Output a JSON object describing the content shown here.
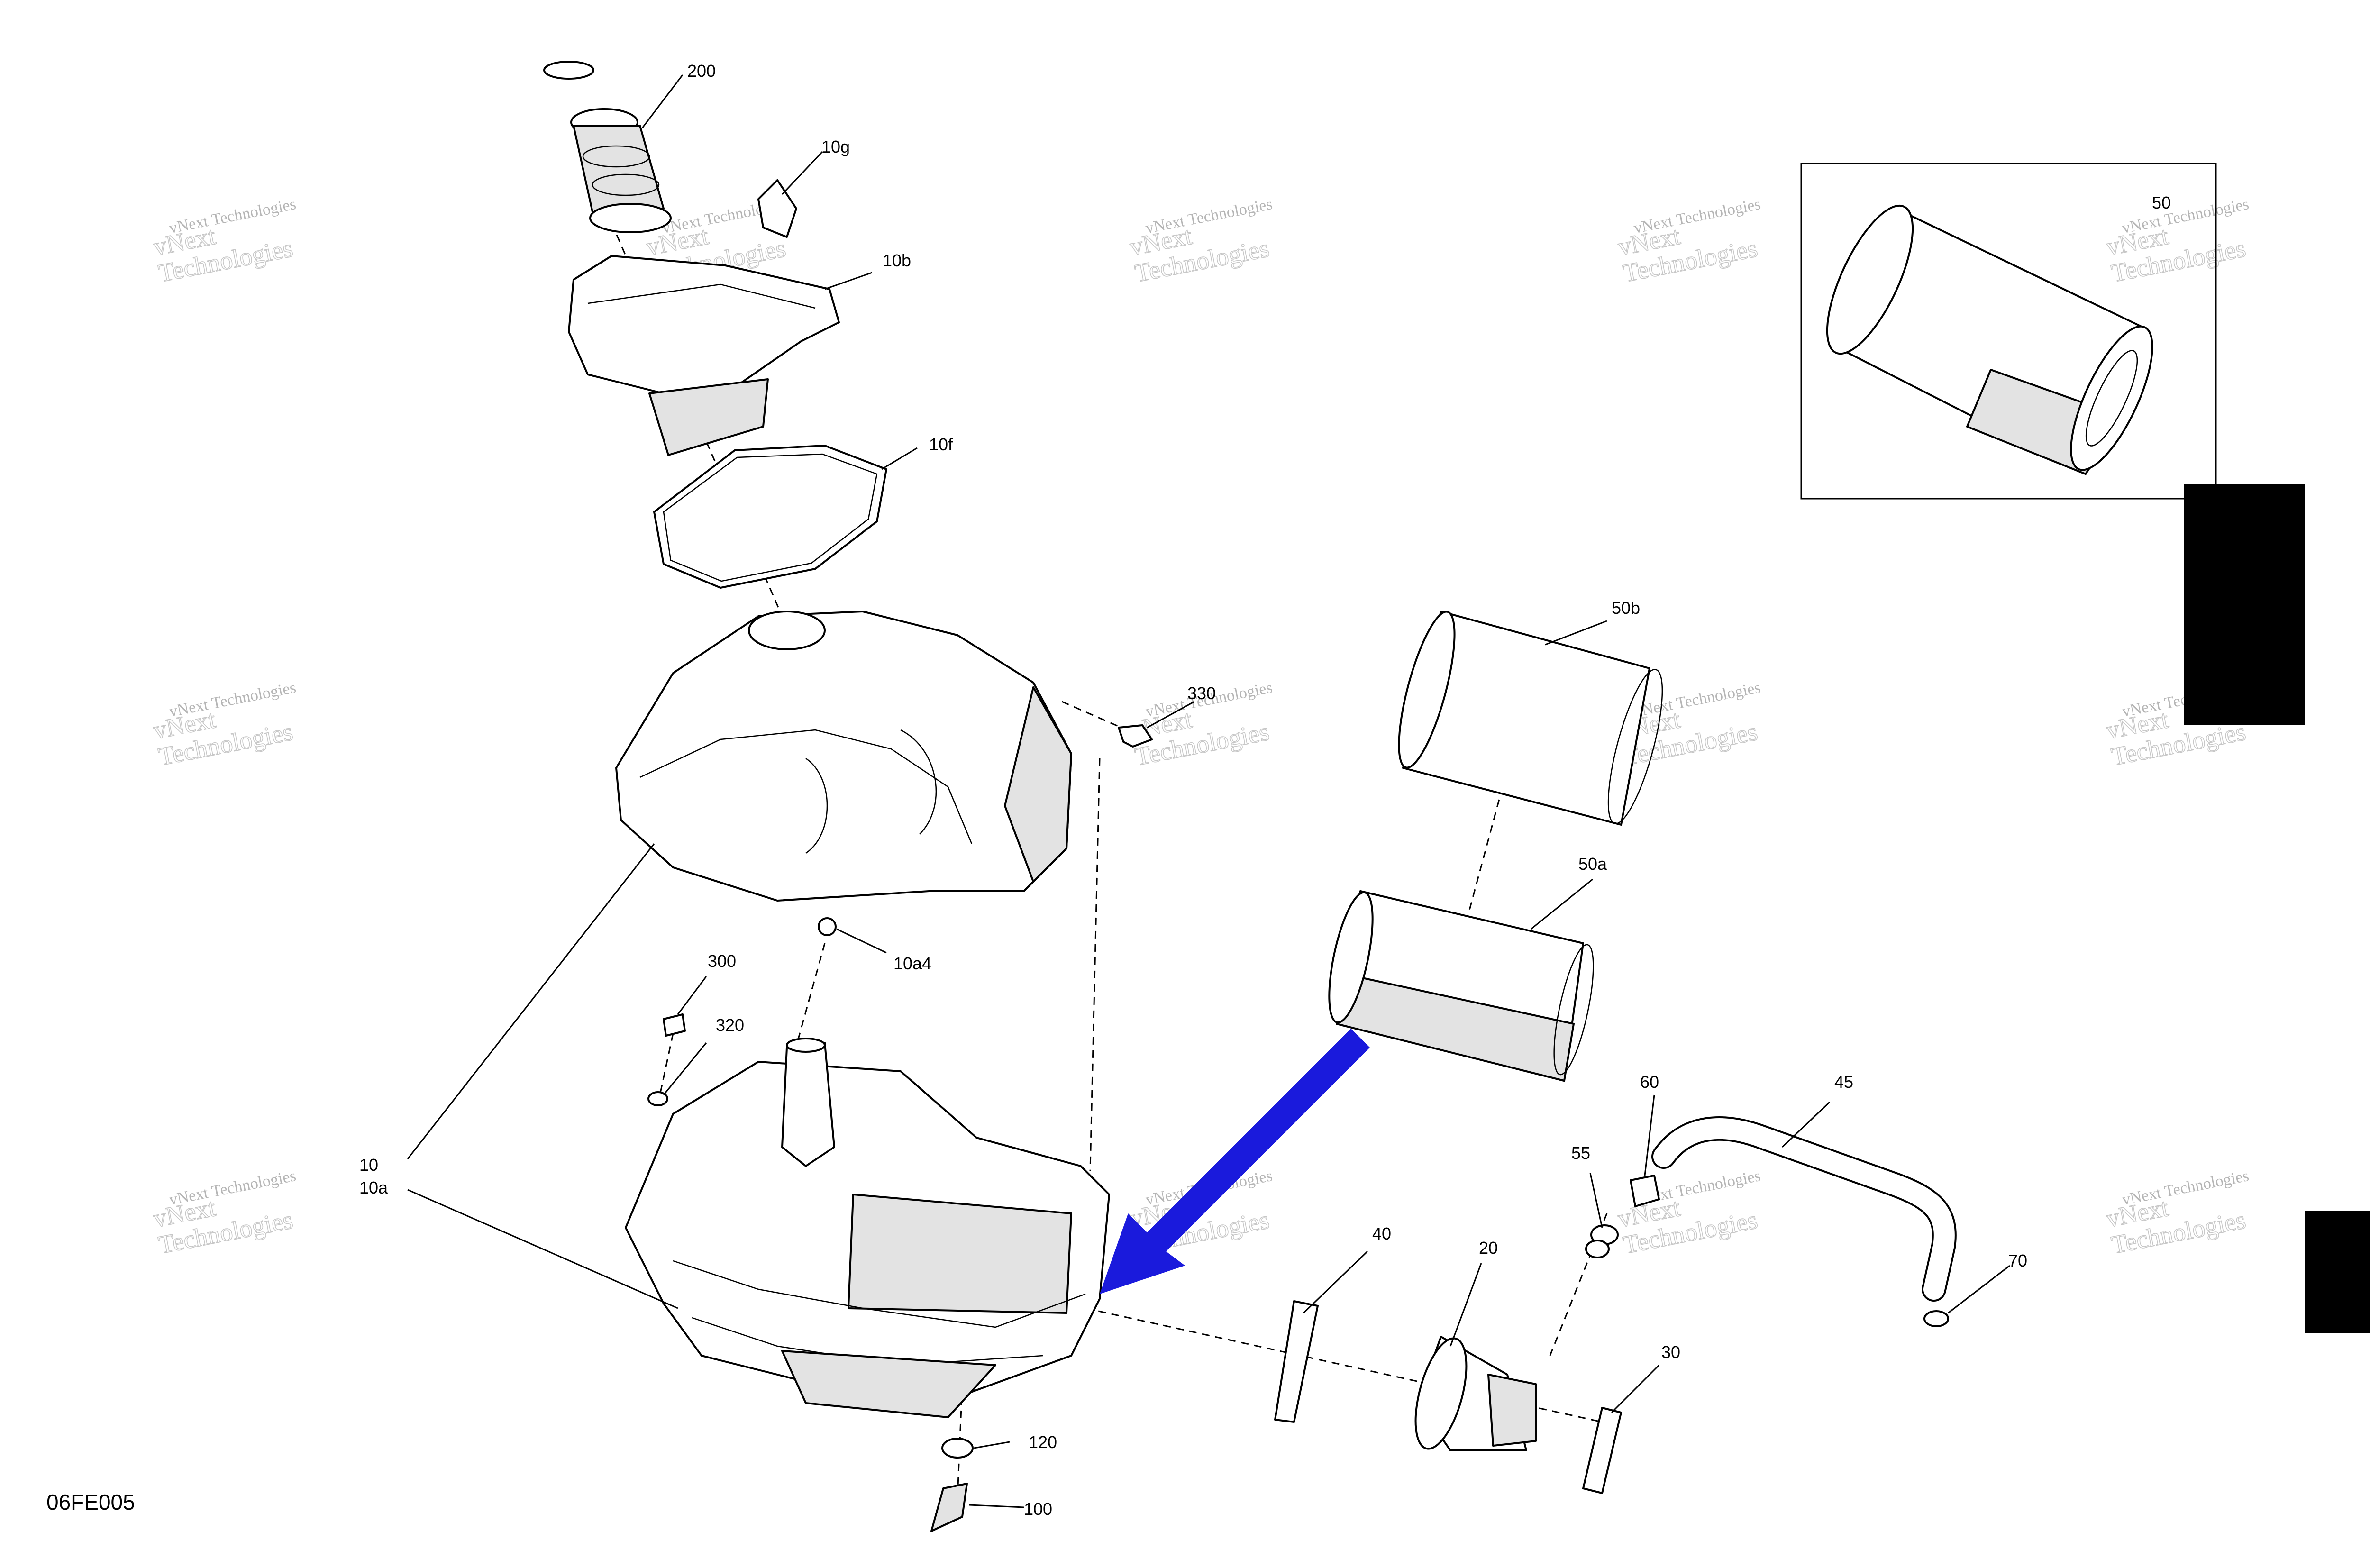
{
  "figure_code": "06FE005",
  "watermark": {
    "line1": "vNext Technologies",
    "line2": "vNext\nTechnologies"
  },
  "callouts": {
    "c200": "200",
    "c10g": "10g",
    "c10b": "10b",
    "c10f": "10f",
    "c330": "330",
    "c10a4": "10a4",
    "c300": "300",
    "c320": "320",
    "c10": "10",
    "c10a": "10a",
    "c120": "120",
    "c100": "100",
    "c40": "40",
    "c20": "20",
    "c30": "30",
    "c50b": "50b",
    "c50a": "50a",
    "c50": "50",
    "c45": "45",
    "c60": "60",
    "c55": "55",
    "c70": "70"
  },
  "colors": {
    "arrow": "#1a1adc",
    "shade": "#e3e3e3",
    "black_tab": "#000000"
  }
}
